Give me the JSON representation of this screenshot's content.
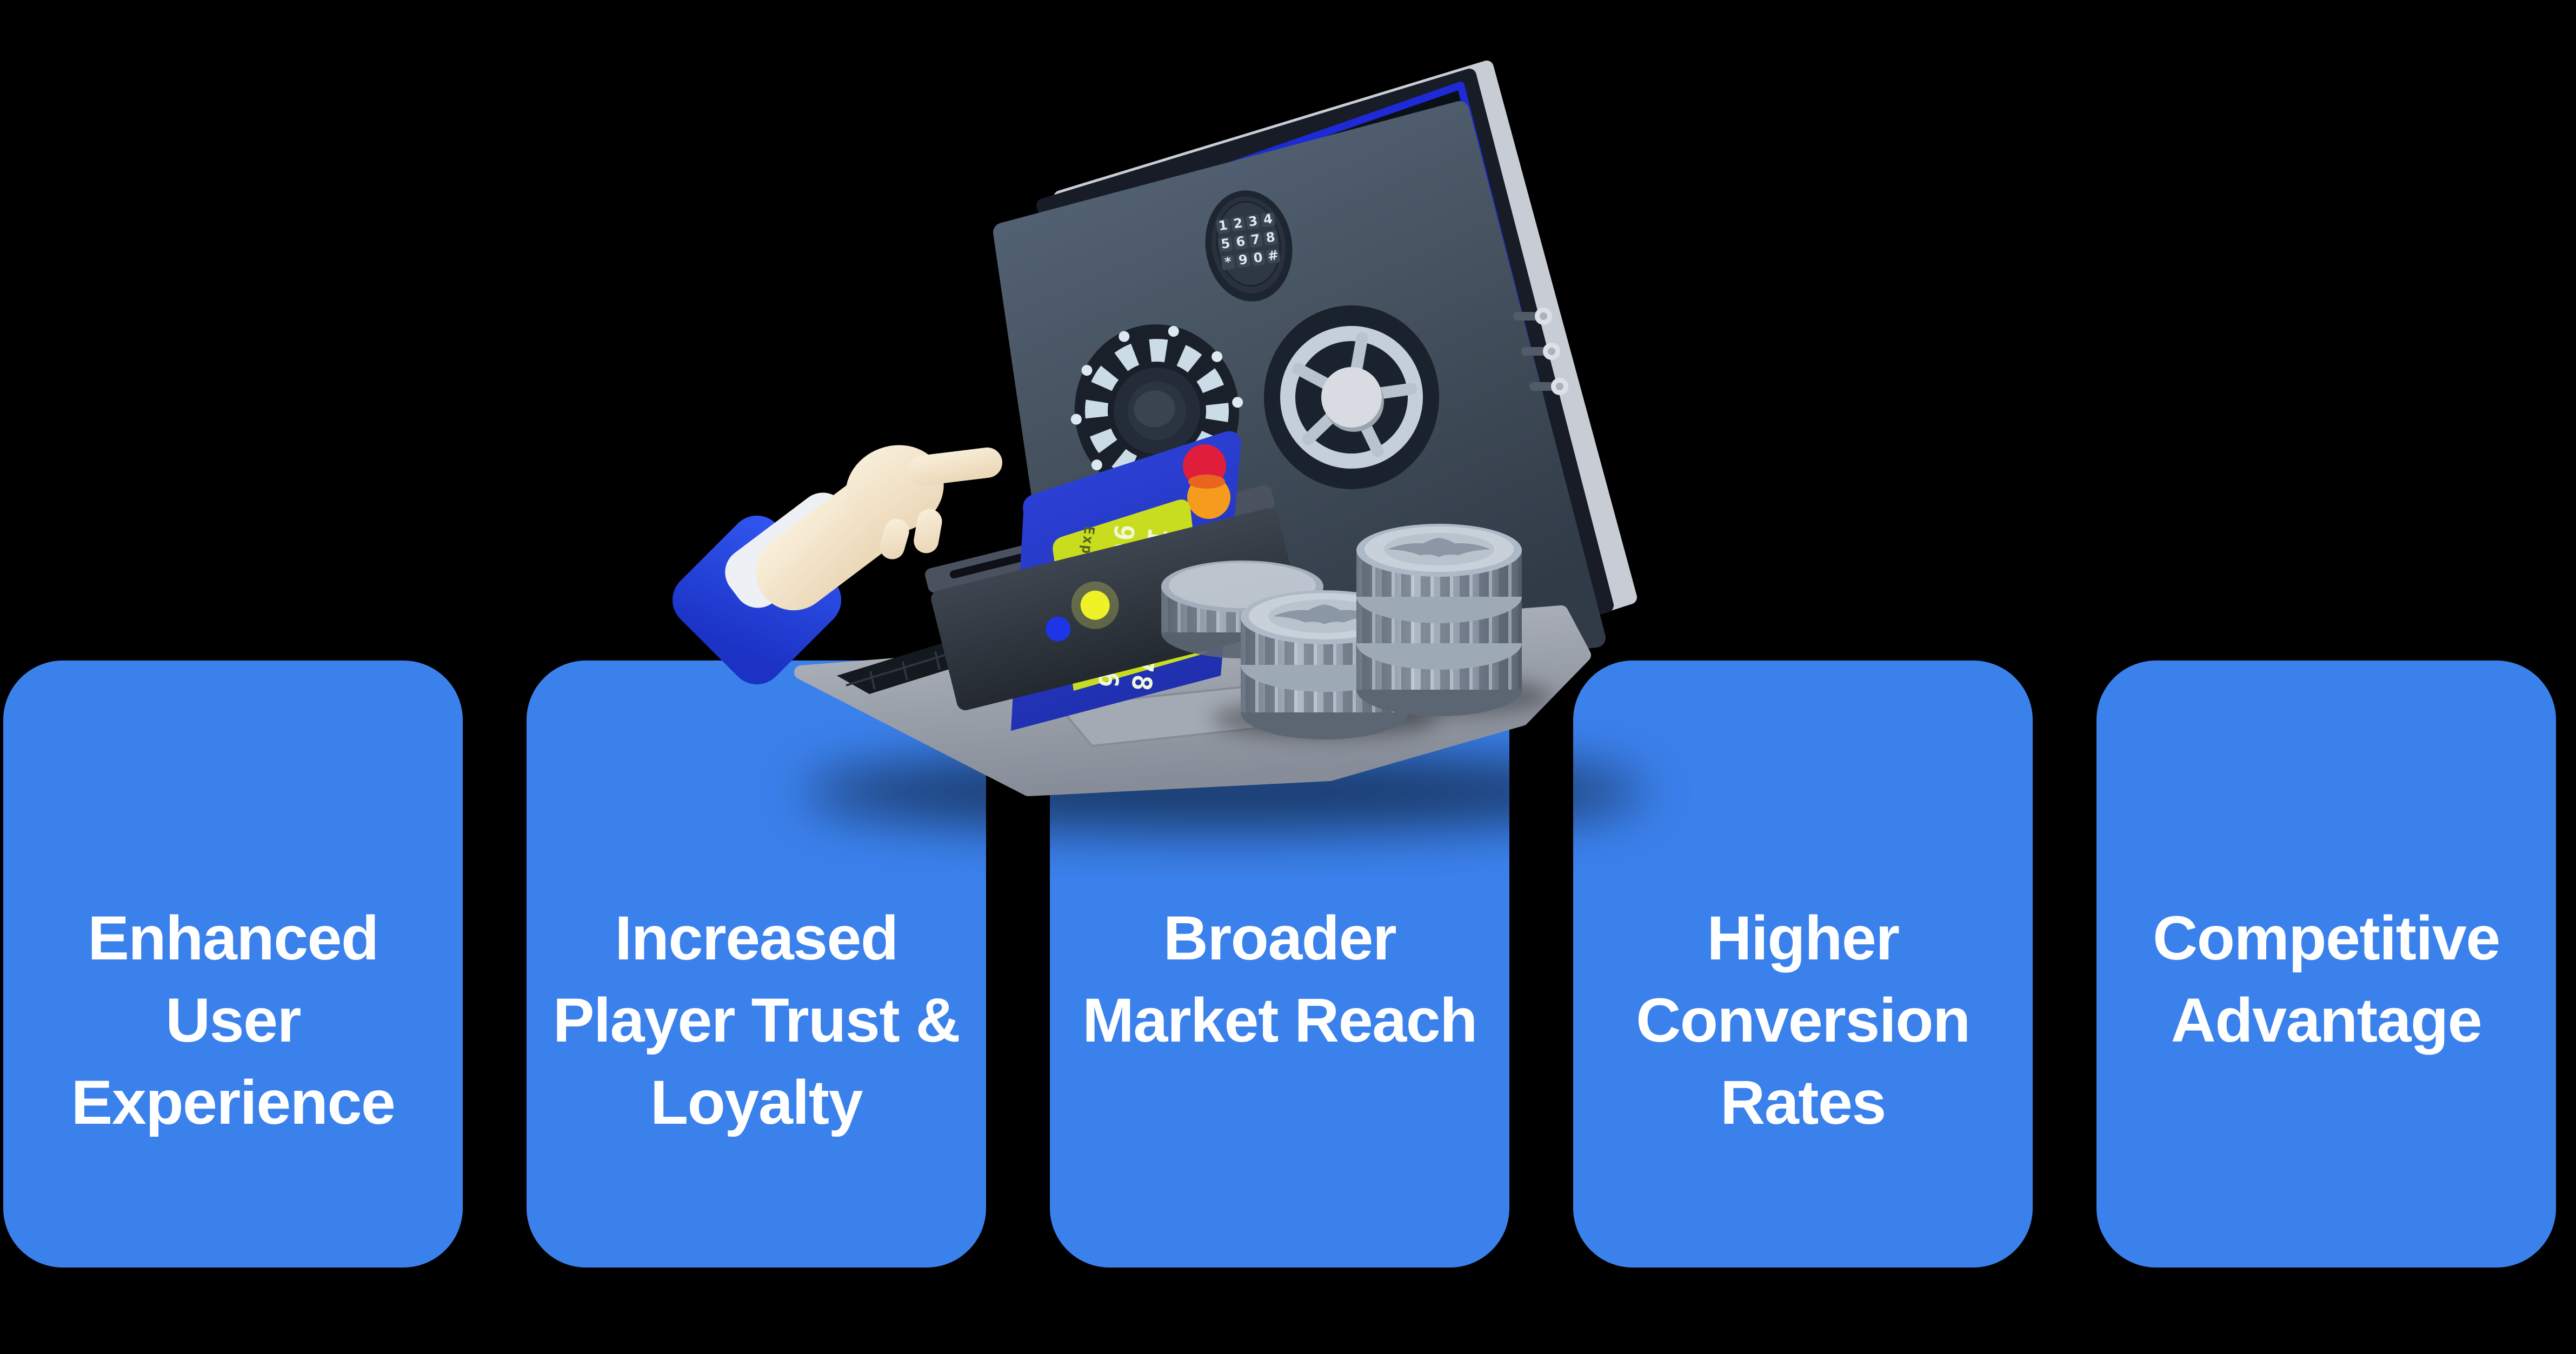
{
  "page": {
    "background_color": "#000000",
    "description": "Benefits infographic with 3D laptop-vault payment illustration"
  },
  "card_style": {
    "background": "#3b81ec",
    "text_color": "#ffffff"
  },
  "cards": [
    {
      "text": "Enhanced\nUser\nExperience"
    },
    {
      "text": "Increased\nPlayer Trust &\nLoyalty"
    },
    {
      "text": "Broader\nMarket Reach"
    },
    {
      "text": "Higher\nConversion\nRates"
    },
    {
      "text": "Competitive\nAdvantage"
    }
  ],
  "illustration": {
    "name": "laptop-vault-payment-illustration",
    "colors": {
      "vault_door": "#46525f",
      "screen_stripe": "#1d2ad6",
      "laptop_body": "#a9aeb8",
      "credit_card": "#2b3fd8",
      "card_panel": "#c9dd20",
      "led_blue": "#1d35e6",
      "led_yellow": "#eef227",
      "sleeve_blue": "#2f55ee"
    },
    "keypad_keys": [
      "1",
      "2",
      "3",
      "4",
      "5",
      "6",
      "7",
      "8",
      "*",
      "9",
      "0",
      "#"
    ],
    "credit_card": {
      "brand": "mastercard",
      "number_line_1": "1234 5678",
      "number_line_2": "9012 3456",
      "exp": "Exp Date 04/28"
    }
  }
}
